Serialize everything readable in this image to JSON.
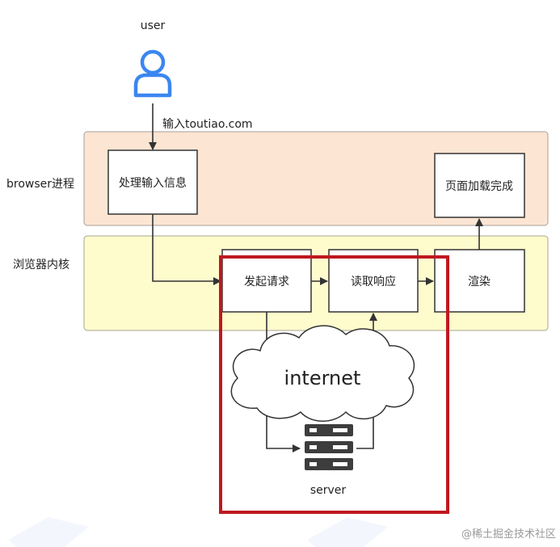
{
  "user": {
    "label": "user"
  },
  "input_label": "输入toutiao.com",
  "lanes": {
    "browser": "browser进程",
    "kernel": "浏览器内核"
  },
  "nodes": {
    "handle_input": "处理输入信息",
    "page_loaded": "页面加载完成",
    "send_request": "发起请求",
    "read_response": "读取响应",
    "render": "渲染"
  },
  "cloud": {
    "label": "internet"
  },
  "server": {
    "label": "server"
  },
  "watermark": "@稀土掘金技术社区",
  "colors": {
    "browser_lane": "#fde5d3",
    "kernel_lane": "#fefbcd",
    "user_icon": "#3b86f0",
    "highlight": "#c0181f",
    "line": "#333333"
  }
}
